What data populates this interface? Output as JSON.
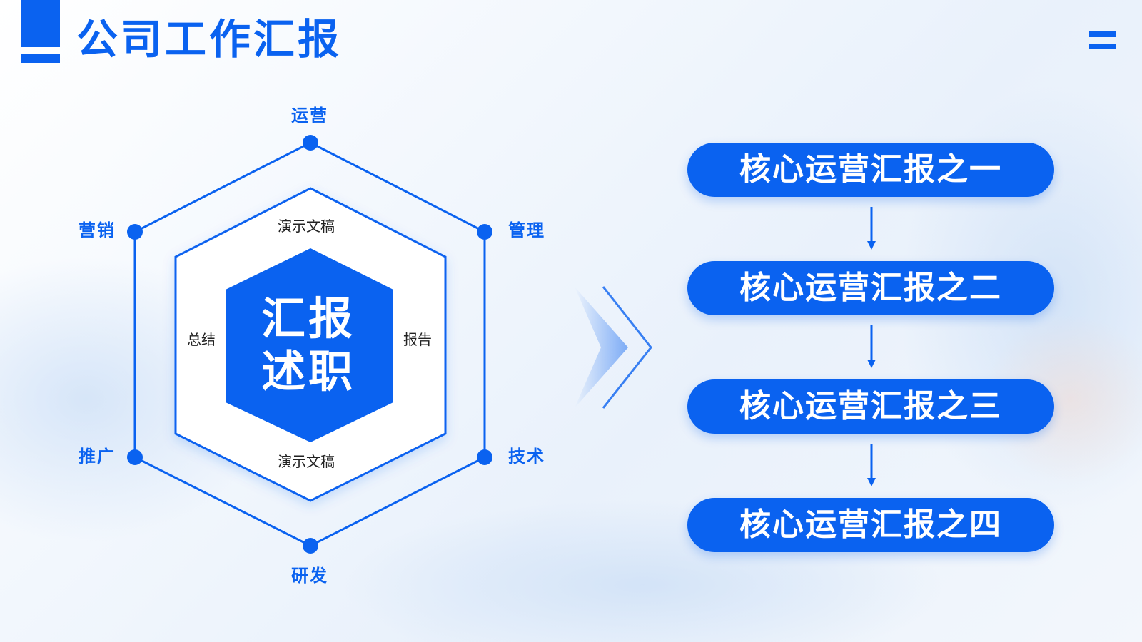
{
  "header": {
    "title": "公司工作汇报"
  },
  "menu_icon": "hamburger-menu-icon",
  "colors": {
    "accent": "#0a62f0",
    "text_dark": "#222222",
    "white": "#ffffff"
  },
  "diagram": {
    "center": {
      "line1": "汇报",
      "line2": "述职"
    },
    "outer_labels": {
      "top": "运营",
      "upper_right": "管理",
      "lower_right": "技术",
      "bottom": "研发",
      "lower_left": "推广",
      "upper_left": "营销"
    },
    "inner_labels": {
      "top": "演示文稿",
      "right": "报告",
      "bottom": "演示文稿",
      "left": "总结"
    }
  },
  "flow": {
    "items": [
      "核心运营汇报之一",
      "核心运营汇报之二",
      "核心运营汇报之三",
      "核心运营汇报之四"
    ]
  }
}
